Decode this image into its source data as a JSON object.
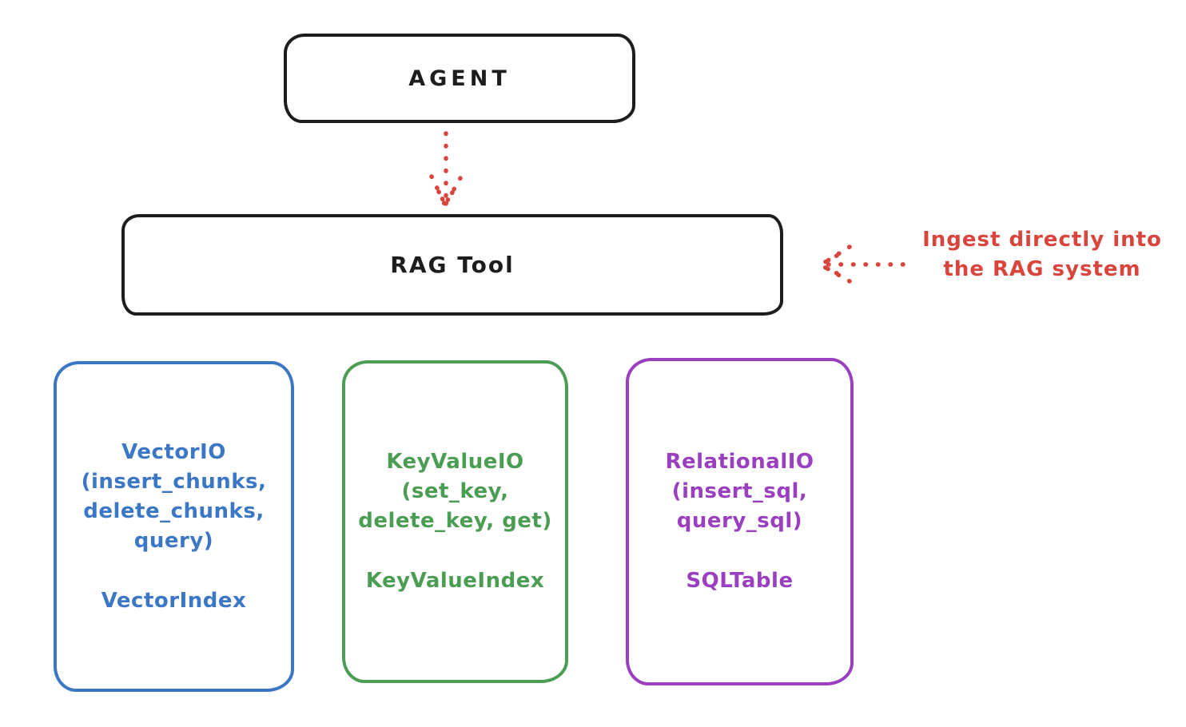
{
  "diagram": {
    "agent": {
      "label": "AGENT"
    },
    "rag_tool": {
      "label": "RAG Tool"
    },
    "annotation": {
      "lines": [
        "Ingest directly into",
        "the RAG system"
      ],
      "color": "#d9443c"
    },
    "io_boxes": [
      {
        "id": "vector-io",
        "color": "#3b77c4",
        "lines": [
          "VectorIO",
          "(insert_chunks,",
          "delete_chunks,",
          "query)"
        ],
        "index_label": "VectorIndex"
      },
      {
        "id": "keyvalue-io",
        "color": "#4a9d52",
        "lines": [
          "KeyValueIO",
          "(set_key,",
          "delete_key, get)"
        ],
        "index_label": "KeyValueIndex"
      },
      {
        "id": "relational-io",
        "color": "#9a3fbf",
        "lines": [
          "RelationalIO",
          "(insert_sql,",
          "query_sql)"
        ],
        "index_label": "SQLTable"
      }
    ],
    "arrows": [
      {
        "id": "agent-to-rag",
        "style": "dotted",
        "direction": "down",
        "color": "#d9443c"
      },
      {
        "id": "ingest-into-rag",
        "style": "dotted",
        "direction": "left",
        "color": "#d9443c"
      }
    ],
    "colors": {
      "box_stroke": "#1d1d1d",
      "background": "#ffffff"
    }
  }
}
